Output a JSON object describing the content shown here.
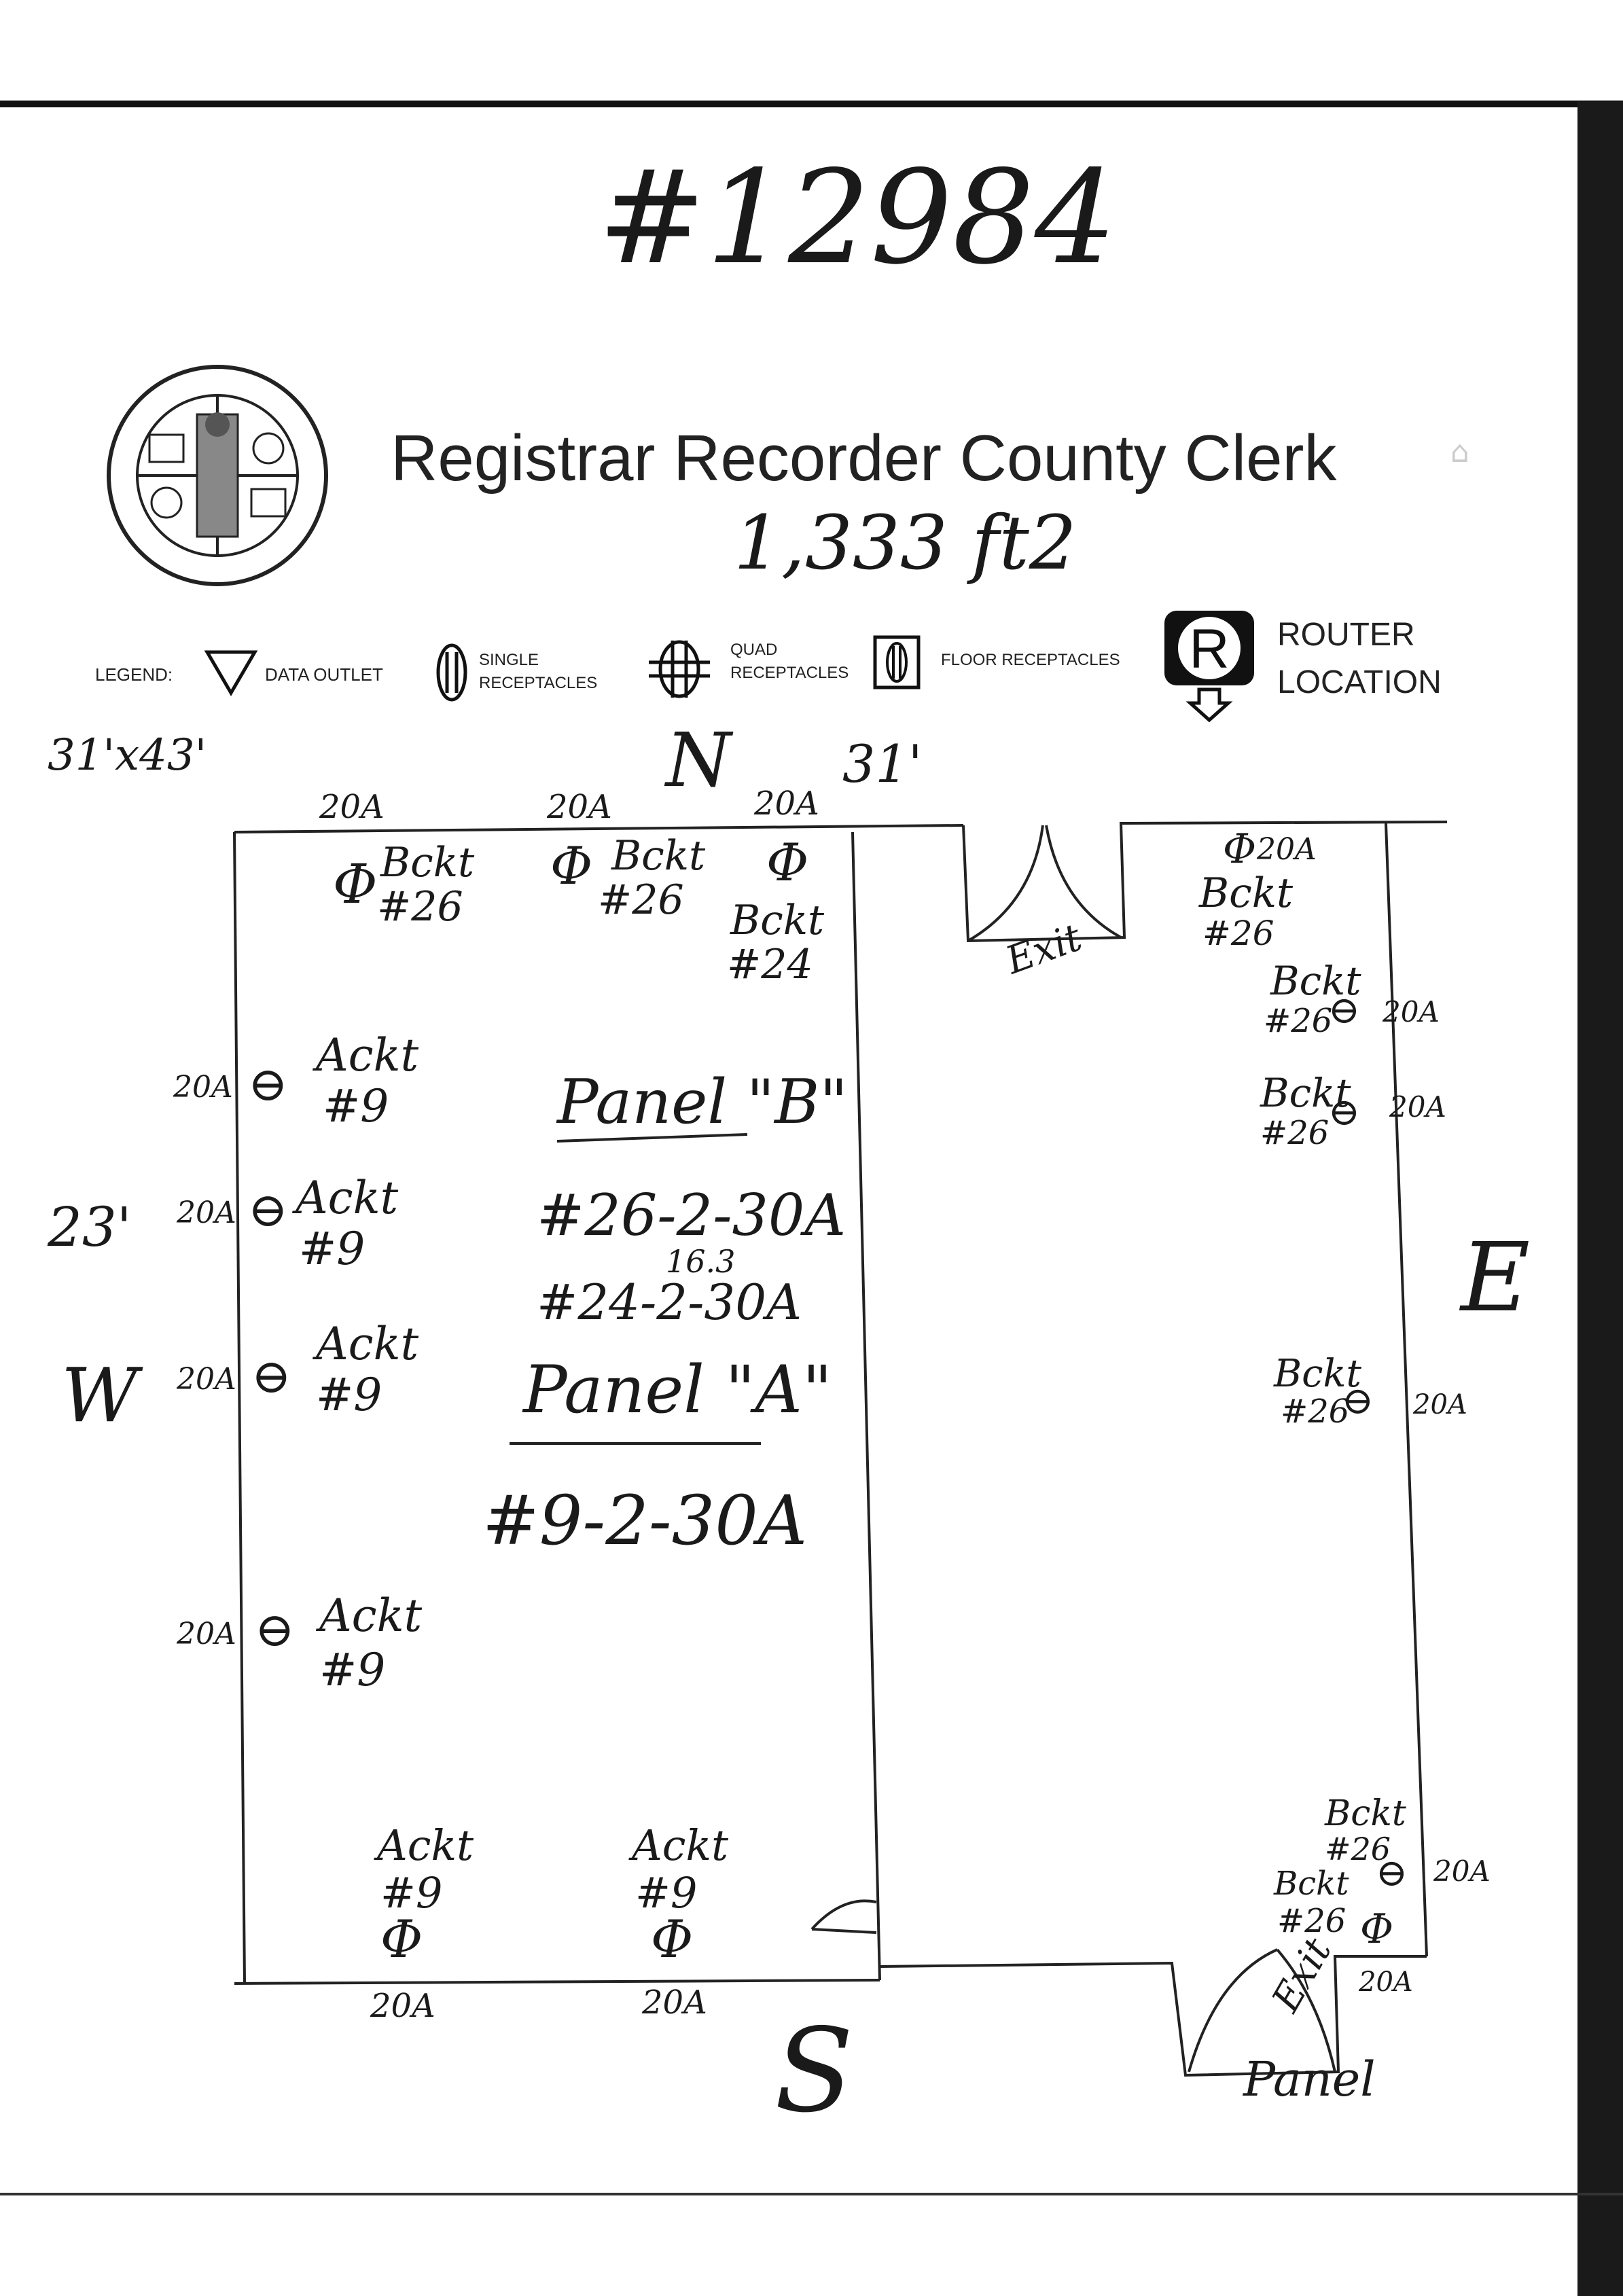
{
  "header": {
    "handwritten_id": "#12984",
    "title": "Registrar Recorder County Clerk",
    "area": "1,333 ft2",
    "dimensions": "31'x43'"
  },
  "legend": {
    "label": "LEGEND:",
    "items": [
      {
        "icon": "data-outlet-triangle-icon",
        "label": "DATA OUTLET"
      },
      {
        "icon": "single-receptacle-icon",
        "label": "SINGLE RECEPTACLES"
      },
      {
        "icon": "quad-receptacle-icon",
        "label": "QUAD RECEPTACLES"
      },
      {
        "icon": "floor-receptacle-icon",
        "label": "FLOOR RECEPTACLES"
      },
      {
        "icon": "router-r-icon",
        "label": "ROUTER LOCATION"
      }
    ]
  },
  "compass": {
    "north": "N",
    "south": "S",
    "east": "E",
    "west": "W"
  },
  "measurements": {
    "top": "31'",
    "left": "23'"
  },
  "panels": {
    "panel_b_title": "Panel \"B\"",
    "panel_b_line1": "#26-2-30A",
    "panel_b_note": "16.3",
    "panel_b_line2": "#24-2-30A",
    "panel_a_title": "Panel \"A\"",
    "panel_a_line1": "#9-2-30A"
  },
  "labels": {
    "amp": "20A",
    "exit": "Exit",
    "panel": "Panel"
  },
  "circuits": {
    "bckt26": "Bckt #26",
    "bckt24": "Bckt #24",
    "ackt9": "Ackt #9",
    "bckt": "Bckt",
    "ackt": "Ackt",
    "n26": "#26",
    "n24": "#24",
    "n9": "#9"
  }
}
